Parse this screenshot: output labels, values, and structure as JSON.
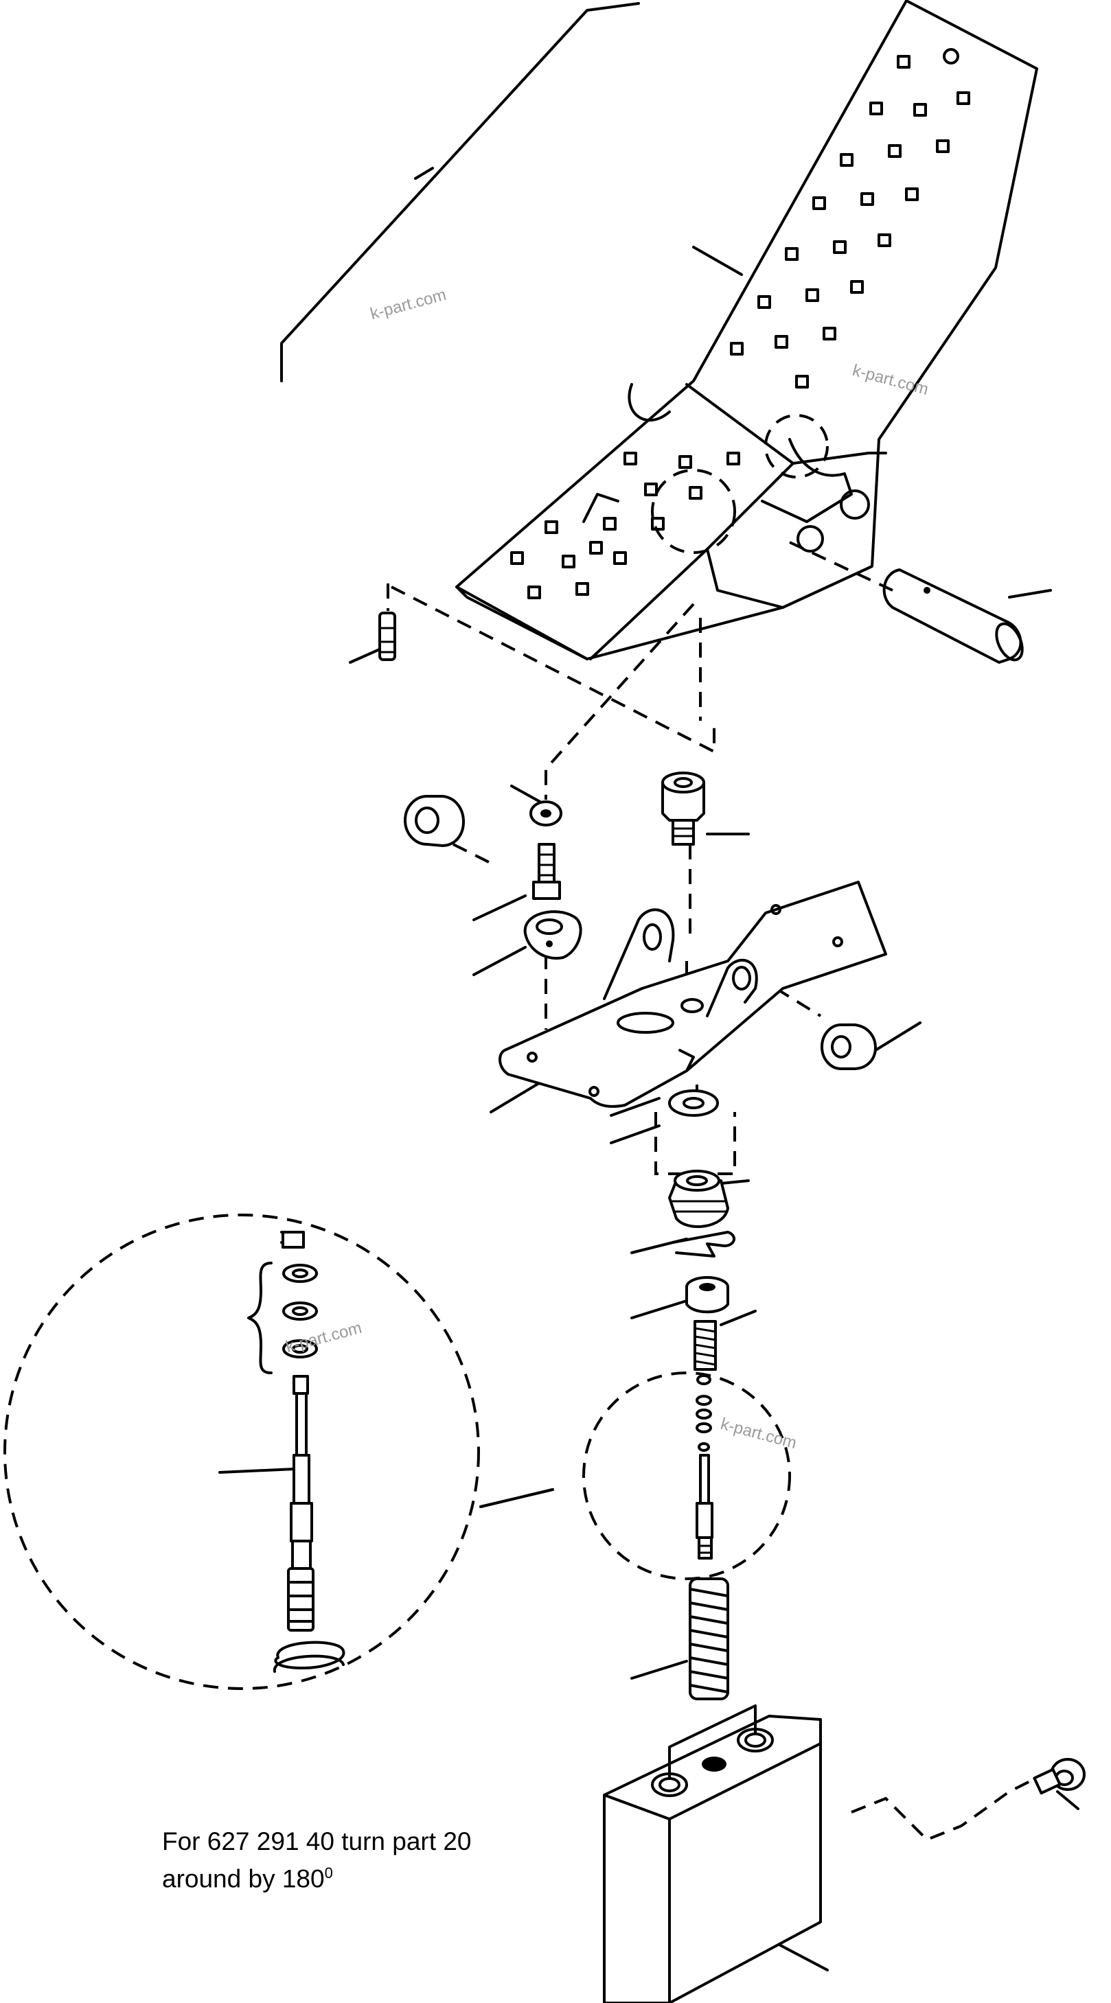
{
  "note": {
    "line1": "For 627 291 40 turn part 20",
    "line2": "around by 180",
    "degree": "0"
  },
  "watermarks": [
    "k-part.com",
    "k-part.com",
    "k-part.com",
    "k-part.com"
  ],
  "colors": {
    "line": "#000000",
    "background": "#ffffff",
    "watermark": "#9a9a9a"
  }
}
